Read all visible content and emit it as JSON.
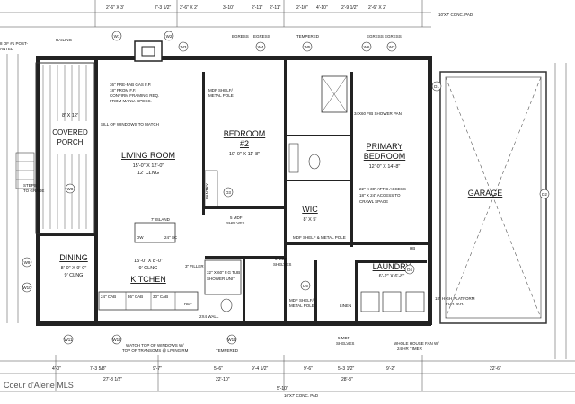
{
  "rooms": {
    "covered_porch": {
      "name1": "COVERED",
      "name2": "PORCH",
      "size": "8' X 12'"
    },
    "living_room": {
      "name": "LIVING ROOM",
      "size": "15'-0\" X 12'-0\"",
      "ceiling": "12' CLNG"
    },
    "bedroom2": {
      "name1": "BEDROOM",
      "name2": "#2",
      "size": "10'-0\" X 11'-8\""
    },
    "primary_bedroom": {
      "name1": "PRIMARY",
      "name2": "BEDROOM",
      "size": "12'-0\" X 14'-8\""
    },
    "garage": {
      "name": "GARAGE"
    },
    "wic": {
      "name": "WIC",
      "size": "8' X 5'"
    },
    "dining": {
      "name": "DINING",
      "size": "8'-0\" X 9'-0\"",
      "ceiling": "9' CLNG"
    },
    "kitchen": {
      "name": "KITCHEN",
      "size": "15'-0\" X 8'-0\"",
      "ceiling": "9' CLNG"
    },
    "laundry": {
      "name": "LAUNDRY",
      "size": "6'-2\" X 6'-8\""
    },
    "pantry": {
      "name": "PANTRY"
    },
    "island": {
      "name": "7' ISLAND"
    }
  },
  "notes": {
    "egress": "EGRESS",
    "tempered": "TEMPERED",
    "railing": "RAILING",
    "post_note": "8 OF #1 POST-",
    "post_note2": "ANTED",
    "gas_fp1": "36\" PRE-FAB GAS F.P.",
    "gas_fp2": "18\" FROM F.F.",
    "gas_fp3": "CONFIRM FRAMING REQ.",
    "gas_fp4": "FROM MANU. SPECS.",
    "sill": "SILL OF WINDOWS TO MATCH",
    "mdf_shelf": "MDF SHELF/",
    "metal_pole": "METAL POLE",
    "five_mdf": "5 MDF",
    "shelves": "SHELVES",
    "shower_pan": "34X60 FIB SHOWER PAN",
    "attic1": "22\" X 30\" ATTIC ACCESS",
    "attic2": "18\" X 24\" ACCESS TO",
    "attic3": "CRAWL SPACE",
    "wic_shelf": "MDF SHELF & METAL POLE",
    "platform": "18\" HIGH PLATFORM",
    "platform2": "FOR W.H.",
    "match_windows": "WATCH TOP OF WINDOWS W/",
    "match_windows2": "TOP OF TRANSOMS @ LIVING RM",
    "whole_house": "WHOLE HOUSE FAN W/",
    "timer": "24 HR TIMER",
    "linen": "LINEN",
    "steps": "STEPS",
    "to_grade": "TO GRADE",
    "conc_pad_top": "10'X7' CONC. PAD",
    "conc_pad_bottom": "10'X7' CONC. PAD",
    "dw": "DW",
    "bc": "24\" BC",
    "hc": "H&C",
    "hb": "HB",
    "filler": "3\" FILLER",
    "tub": "32\" X 60\" F.G TUB",
    "shower_unit": "SHOWER UNIT",
    "wall2x4": "2X4 WALL",
    "cab24": "24\" CAB",
    "cab36": "36\" CAB",
    "cab30": "30\" CAB",
    "refr": "REF"
  },
  "dims_top": [
    "2'-6\" X 3'",
    "7'-3 1/2\"",
    "2'-6\" X 2'",
    "3'-10\"",
    "2'-11\"",
    "2'-11\"",
    "2'-10\"",
    "4'-10\"",
    "2'-9 1/2\"",
    "2'-6\" X 2'"
  ],
  "dims_bottom": [
    "4'-0\"",
    "7'-3 5/8\"",
    "9'-7\"",
    "5'-6\"",
    "9'-4 1/2\"",
    "9'-6\"",
    "5'-3 1/2\"",
    "9'-2\"",
    "22'-6\""
  ],
  "dims_total_bottom": [
    "27'-8 1/2\"",
    "22'-10\"",
    "28'-3\"",
    "5'-10\""
  ],
  "bubbles": [
    "W1",
    "W2",
    "W3",
    "W4",
    "W5",
    "W6",
    "W7",
    "W8",
    "W9",
    "W10",
    "W11",
    "W12",
    "W13",
    "D1",
    "D2",
    "D3",
    "D4",
    "D5"
  ],
  "watermark": "Coeur d'Alene MLS"
}
